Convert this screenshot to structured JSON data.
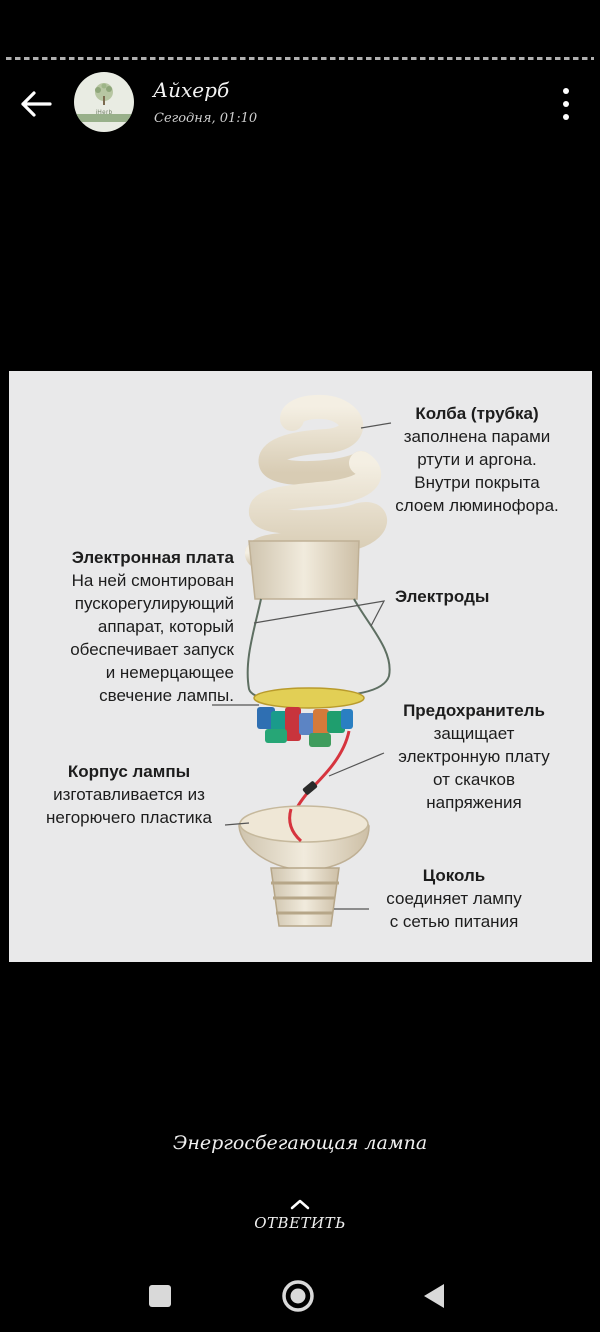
{
  "header": {
    "channel_name": "Айхерб",
    "timestamp": "Сегодня, 01:10",
    "avatar_logo": "iHerb"
  },
  "icons": {
    "back": "arrow-left-icon",
    "menu": "more-vertical-icon",
    "reply": "chevron-up-icon",
    "nav_recent": "square-icon",
    "nav_home": "circle-icon",
    "nav_back": "triangle-back-icon"
  },
  "diagram": {
    "bulb": {
      "title": "Колба (трубка)",
      "lines": [
        "заполнена парами",
        "ртути и аргона.",
        "Внутри покрыта",
        "слоем люминофора."
      ]
    },
    "board": {
      "title": "Электронная плата",
      "lines": [
        "На ней смонтирован",
        "пускорегулирующий",
        "аппарат, который",
        "обеспечивает запуск",
        "и немерцающее",
        "свечение лампы."
      ]
    },
    "electrodes": {
      "title": "Электроды"
    },
    "fuse": {
      "title": "Предохранитель",
      "lines": [
        "защищает",
        "электронную плату",
        "от скачков",
        "напряжения"
      ]
    },
    "body": {
      "title": "Корпус лампы",
      "lines": [
        "изготавливается из",
        "негорючего пластика"
      ]
    },
    "base": {
      "title": "Цоколь",
      "lines": [
        "соединяет лампу",
        "с сетью питания"
      ]
    }
  },
  "caption": "Энергосбегающая лампа",
  "reply_label": "ОТВЕТИТЬ"
}
